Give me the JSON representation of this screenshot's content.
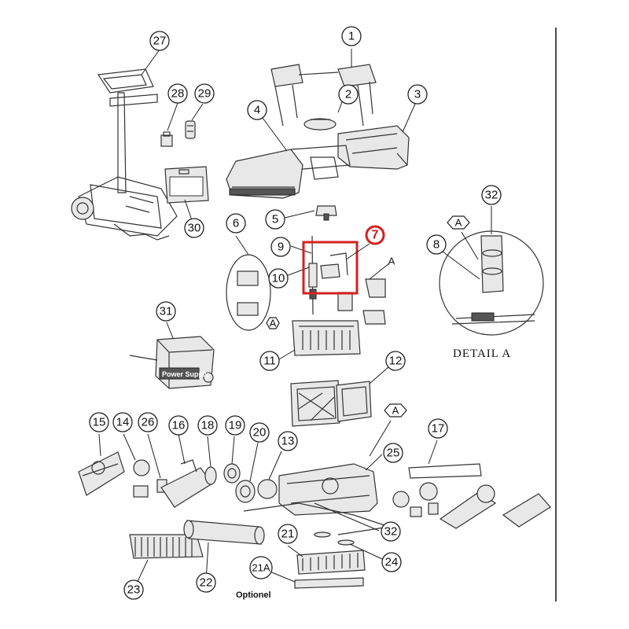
{
  "callouts": {
    "c1": "1",
    "c2": "2",
    "c3": "3",
    "c4": "4",
    "c5": "5",
    "c6": "6",
    "c7": "7",
    "c8": "8",
    "c9": "9",
    "c10": "10",
    "c11": "11",
    "c12": "12",
    "c13": "13",
    "c14": "14",
    "c15": "15",
    "c16": "16",
    "c17": "17",
    "c18": "18",
    "c19": "19",
    "c20": "20",
    "c21": "21",
    "c21a": "21A",
    "c22": "22",
    "c23": "23",
    "c24": "24",
    "c25": "25",
    "c26": "26",
    "c27": "27",
    "c28": "28",
    "c29": "29",
    "c30": "30",
    "c31": "31",
    "c32a": "32",
    "c32b": "32"
  },
  "markers": {
    "a1": "A",
    "a2": "A",
    "a3": "A",
    "a4": "A"
  },
  "captions": {
    "detail_a": "DETAIL A",
    "optional": "Optionel",
    "power_supply_label": "Power Supply"
  },
  "highlight": {
    "color": "#d62020",
    "part": "7"
  }
}
